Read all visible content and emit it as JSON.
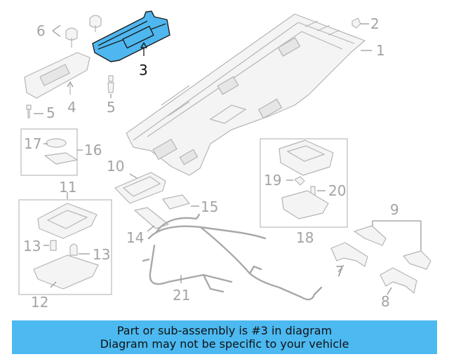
{
  "banner": {
    "line1": "Part or sub-assembly is #3 in diagram",
    "line2": "Diagram may not be specific to your vehicle"
  },
  "highlight_color": "#4cb9f1",
  "callouts": {
    "c1": "1",
    "c2": "2",
    "c3": "3",
    "c4": "4",
    "c5a": "5",
    "c5b": "5",
    "c6": "6",
    "c7": "7",
    "c8": "8",
    "c9": "9",
    "c10": "10",
    "c11": "11",
    "c12": "12",
    "c13a": "13",
    "c13b": "13",
    "c14": "14",
    "c15": "15",
    "c16": "16",
    "c17": "17",
    "c18": "18",
    "c19": "19",
    "c20": "20",
    "c21": "21"
  }
}
